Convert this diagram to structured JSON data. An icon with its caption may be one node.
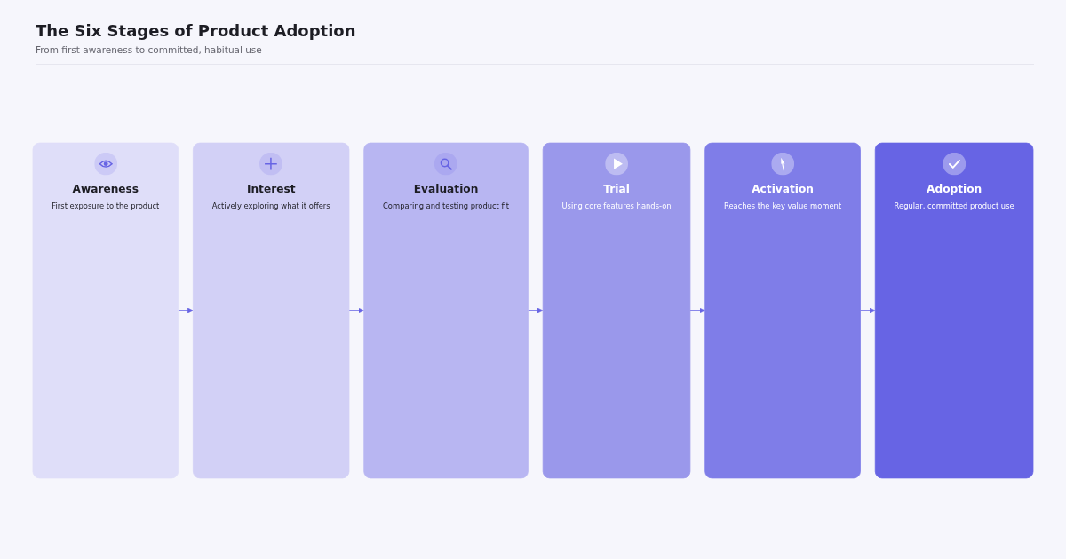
{
  "diagram": {
    "title": "The Six Stages of Product Adoption",
    "caption": "From first awareness to committed, habitual use",
    "nodes": [
      {
        "text": [
          "Awareness",
          "First exposure to the product"
        ]
      },
      {
        "text": [
          "Interest",
          "Actively exploring what it offers"
        ]
      },
      {
        "text": [
          "Evaluation",
          "Comparing and testing product fit"
        ]
      },
      {
        "text": [
          "Trial",
          "Using core features hands-on"
        ]
      },
      {
        "text": [
          "Activation",
          "Reaches the key value moment"
        ]
      },
      {
        "text": [
          "Adoption",
          "Regular, committed product use"
        ]
      }
    ],
    "edges": [
      {
        "from": 0,
        "to": 1,
        "arrow": "to"
      },
      {
        "from": 1,
        "to": 2,
        "arrow": "to"
      },
      {
        "from": 2,
        "to": 3,
        "arrow": "to"
      },
      {
        "from": 3,
        "to": 4,
        "arrow": "to"
      },
      {
        "from": 4,
        "to": 5,
        "arrow": "to"
      }
    ]
  }
}
